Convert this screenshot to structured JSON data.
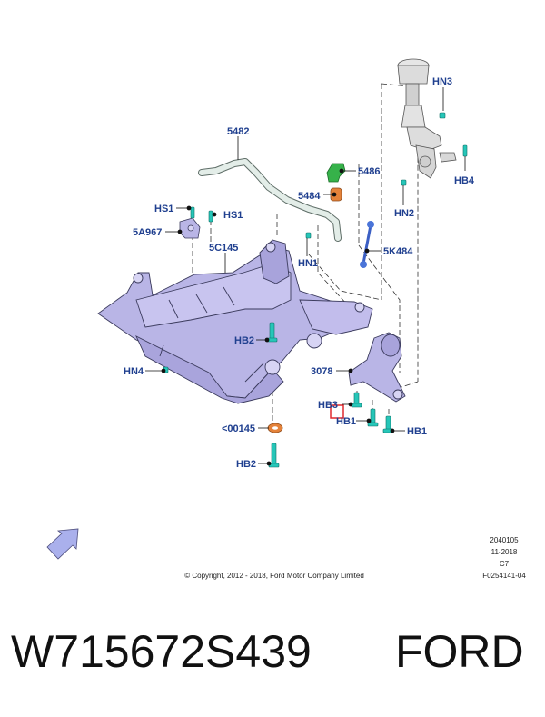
{
  "diagram": {
    "callouts": {
      "hn3": "HN3",
      "part_5482": "5482",
      "hb4": "HB4",
      "part_5486": "5486",
      "part_5484": "5484",
      "hn2": "HN2",
      "hs1_left": "HS1",
      "hs1_right": "HS1",
      "part_5a967": "5A967",
      "part_5c145": "5C145",
      "part_5k484": "5K484",
      "hn1": "HN1",
      "hb2_upper": "HB2",
      "hn4": "HN4",
      "part_3078": "3078",
      "hb3": "HB3",
      "hb1_left": "HB1",
      "hb1_right": "HB1",
      "part_00145": "<00145",
      "hb2_lower": "HB2"
    },
    "date_code": "2040105",
    "month_year": "11-2018",
    "revision": "C7",
    "figure_number": "F0254141-04",
    "copyright": "© Copyright, 2012 - 2018, Ford Motor Company Limited"
  },
  "footer": {
    "part_number": "W715672S439",
    "brand": "FORD"
  },
  "colors": {
    "callout_text": "#1f3f8f",
    "subframe": "#b9b5e6",
    "outline": "#3a3a5c",
    "bolt": "#26c6b8",
    "bracket": "#36b24a",
    "bushing": "#e4823a",
    "highlight": "#e0282e",
    "arrow": "#aab0ec"
  }
}
